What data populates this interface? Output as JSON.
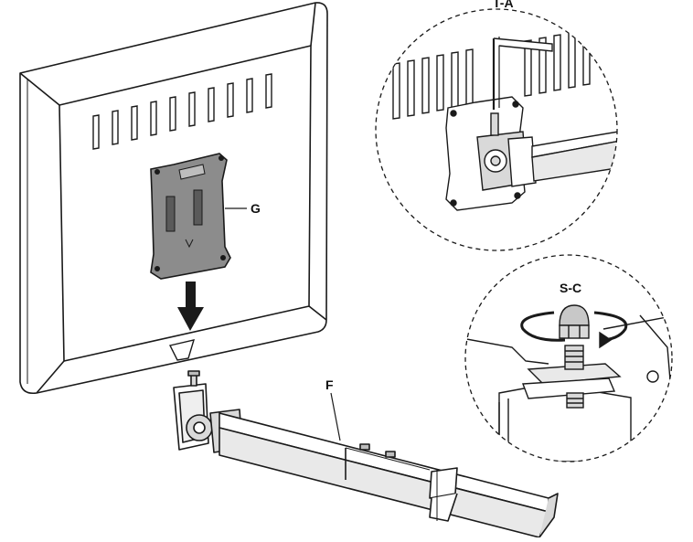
{
  "labels": {
    "bracket": "G",
    "arm": "F",
    "allen_key": "T-A",
    "screw_cap": "S-C"
  },
  "colors": {
    "line": "#1a1a1a",
    "plate": "#8c8c8c",
    "metal": "#d9d9d9",
    "background": "#ffffff"
  }
}
